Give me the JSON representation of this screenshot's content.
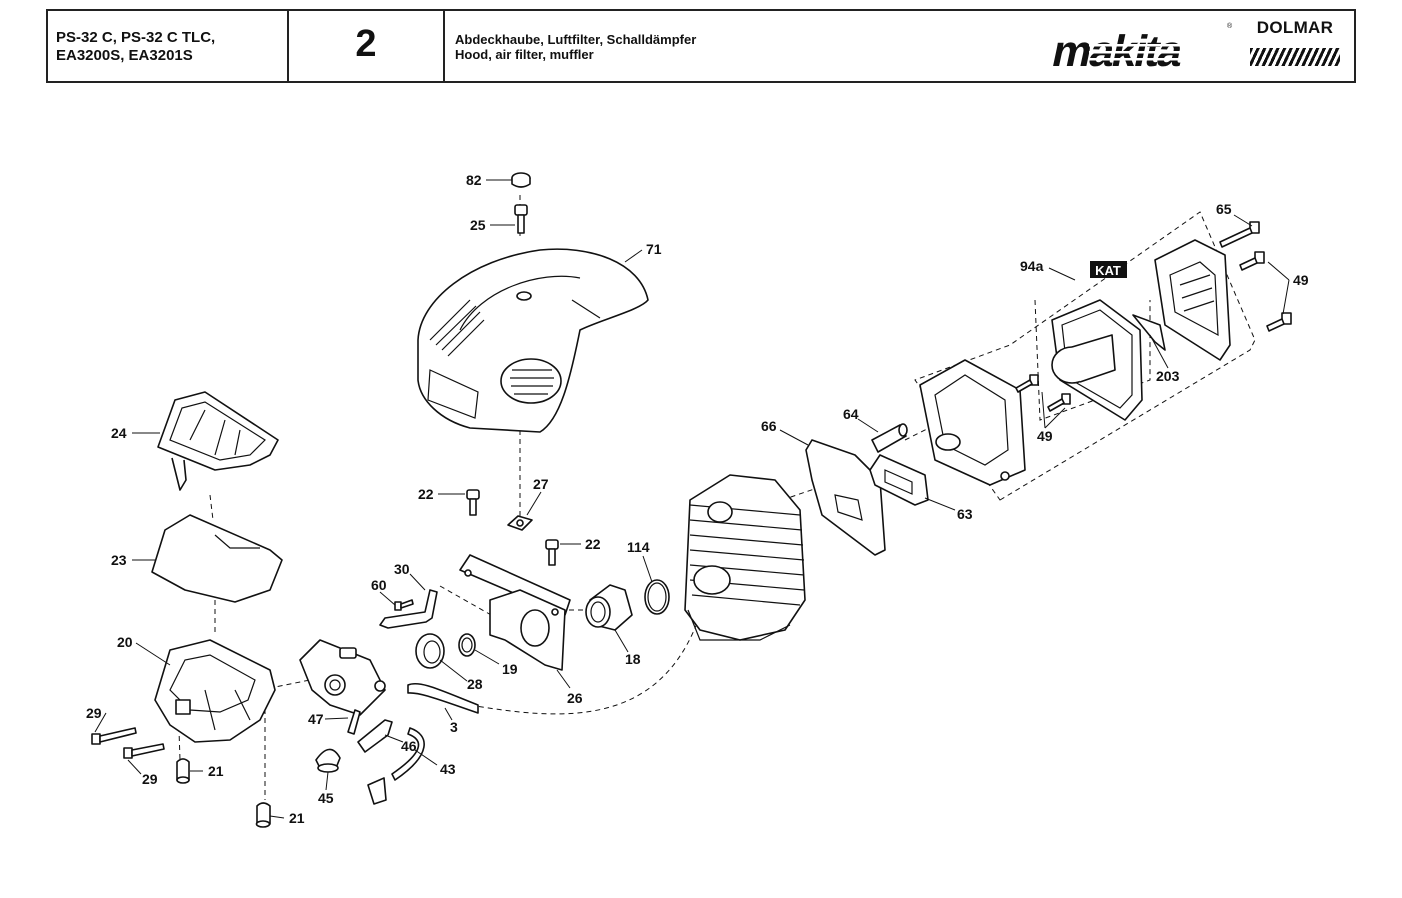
{
  "header": {
    "models": "PS-32 C, PS-32 C TLC,\nEA3200S, EA3201S",
    "page_number": "2",
    "title_de": "Abdeckhaube, Luftfilter, Schalldämpfer",
    "title_en": "Hood, air filter, muffler",
    "brand_makita": "makita",
    "brand_dolmar": "DOLMAR"
  },
  "diagram": {
    "kat_badge": "KAT",
    "labels": {
      "p82": "82",
      "p25": "25",
      "p71": "71",
      "p24": "24",
      "p23": "23",
      "p20": "20",
      "p29a": "29",
      "p29b": "29",
      "p21a": "21",
      "p21b": "21",
      "p22a": "22",
      "p22b": "22",
      "p27": "27",
      "p30": "30",
      "p60": "60",
      "p26": "26",
      "p19": "19",
      "p28": "28",
      "p3": "3",
      "p47": "47",
      "p46": "46",
      "p45": "45",
      "p43": "43",
      "p114": "114",
      "p18": "18",
      "p66": "66",
      "p64": "64",
      "p63": "63",
      "p94a": "94a",
      "p65": "65",
      "p49a": "49",
      "p49b": "49",
      "p203": "203"
    }
  }
}
